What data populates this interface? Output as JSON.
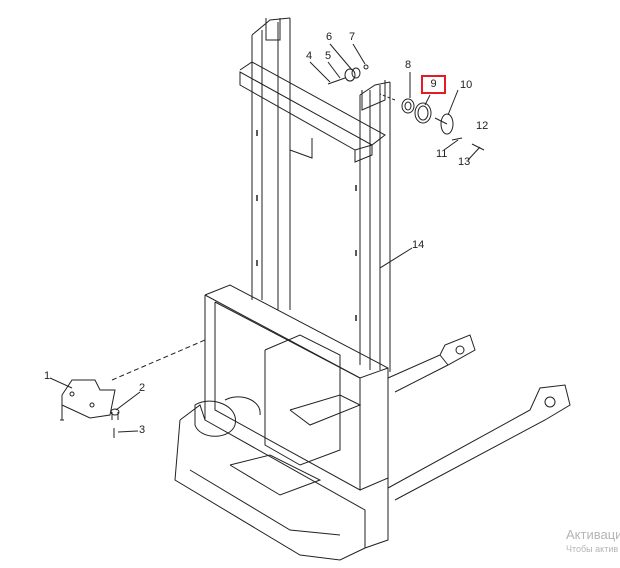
{
  "diagram": {
    "callouts": [
      "1",
      "2",
      "3",
      "4",
      "5",
      "6",
      "7",
      "8",
      "9",
      "10",
      "11",
      "12",
      "13",
      "14"
    ],
    "highlighted_callout": "9",
    "highlight_color": "#e31b23"
  },
  "watermark": {
    "line1": "Активаци",
    "line2": "Чтобы актив"
  }
}
